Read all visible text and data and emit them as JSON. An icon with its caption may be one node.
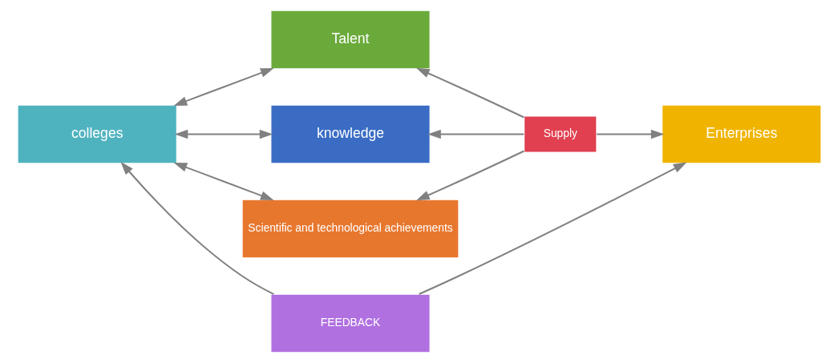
{
  "diagram": {
    "nodes": [
      {
        "text": [
          "colleges"
        ]
      },
      {
        "text": [
          "Talent"
        ]
      },
      {
        "text": [
          "knowledge"
        ]
      },
      {
        "text": [
          "Scientific and technological achievements"
        ]
      },
      {
        "text": [
          "Supply"
        ]
      },
      {
        "text": [
          "Enterprises"
        ]
      },
      {
        "text": [
          "FEEDBACK"
        ]
      }
    ],
    "edges": [
      {
        "from": 0,
        "to": 1,
        "arrow": "both"
      },
      {
        "from": 0,
        "to": 2,
        "arrow": "both"
      },
      {
        "from": 0,
        "to": 3,
        "arrow": "both"
      },
      {
        "from": 4,
        "to": 1,
        "arrow": "to"
      },
      {
        "from": 4,
        "to": 2,
        "arrow": "to"
      },
      {
        "from": 4,
        "to": 3,
        "arrow": "to"
      },
      {
        "from": 4,
        "to": 5,
        "arrow": "to"
      },
      {
        "from": 6,
        "to": 0,
        "arrow": "to"
      },
      {
        "from": 6,
        "to": 5,
        "arrow": "to"
      }
    ]
  }
}
